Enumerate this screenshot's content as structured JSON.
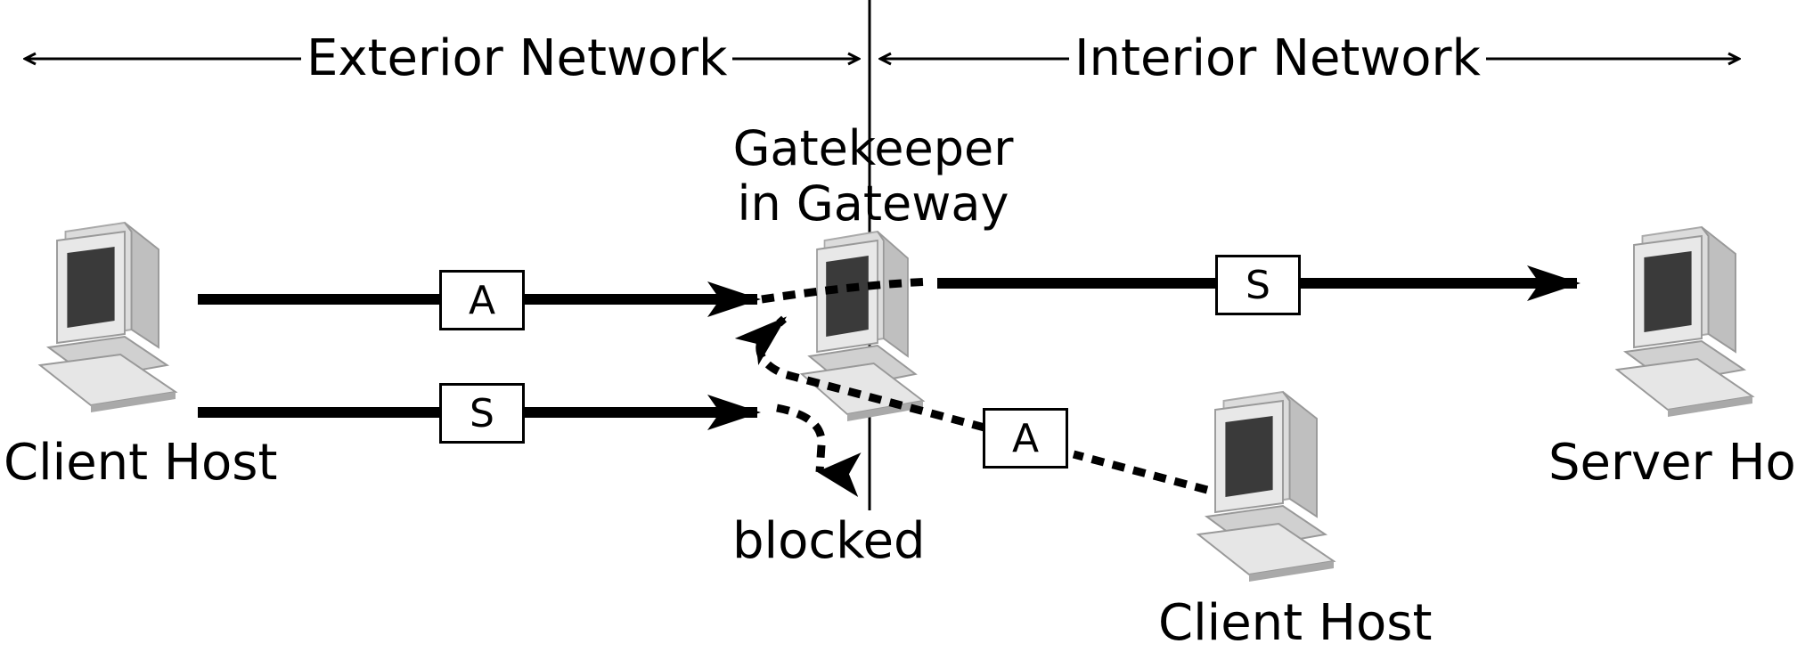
{
  "zones": {
    "exterior": "Exterior Network",
    "interior": "Interior Network"
  },
  "gateway": {
    "label_line1": "Gatekeeper",
    "label_line2": "in Gateway"
  },
  "hosts": {
    "client_left": "Client Host",
    "client_bottom": "Client Host",
    "server": "Server Host"
  },
  "packets": {
    "upper_incoming": "A",
    "lower_incoming": "S",
    "forwarded": "S",
    "interior_client": "A"
  },
  "outcome": "blocked",
  "icons": [
    "computer-icon",
    "arrow-icon",
    "dashed-path-icon"
  ]
}
